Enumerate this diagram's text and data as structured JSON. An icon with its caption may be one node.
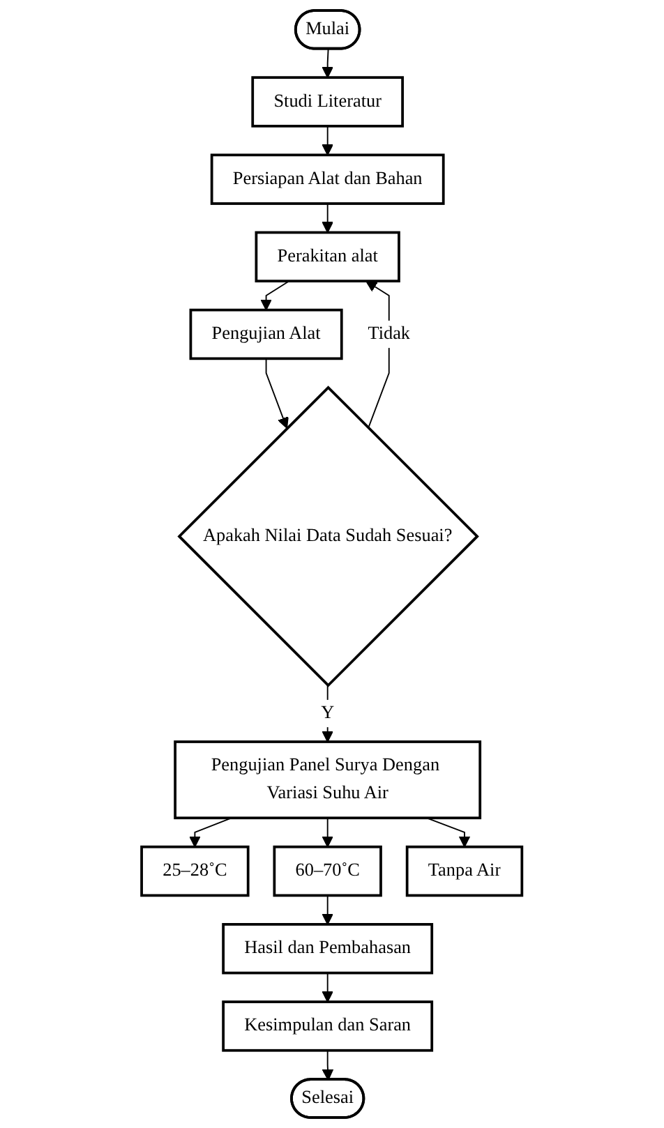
{
  "diagram": {
    "nodes": [
      {
        "text": [
          "Mulai"
        ]
      },
      {
        "text": [
          "Studi Literatur"
        ]
      },
      {
        "text": [
          "Persiapan Alat dan Bahan"
        ]
      },
      {
        "text": [
          "Perakitan alat"
        ]
      },
      {
        "text": [
          "Pengujian Alat"
        ]
      },
      {
        "text": [
          "Apakah Nilai Data Sudah Sesuai?"
        ]
      },
      {
        "text": [
          "Pengujian Panel Surya Dengan Variasi Suhu Air"
        ]
      },
      {
        "text": [
          "25–28˚C"
        ]
      },
      {
        "text": [
          "60–70˚C"
        ]
      },
      {
        "text": [
          "Tanpa Air"
        ]
      },
      {
        "text": [
          "Hasil dan Pembahasan"
        ]
      },
      {
        "text": [
          "Kesimpulan dan Saran"
        ]
      },
      {
        "text": [
          "Selesai"
        ]
      }
    ],
    "edges": [
      {
        "from": 0,
        "to": 1,
        "arrow": "to"
      },
      {
        "from": 1,
        "to": 2,
        "arrow": "to"
      },
      {
        "from": 2,
        "to": 3,
        "arrow": "to"
      },
      {
        "from": 3,
        "to": 4,
        "arrow": "to"
      },
      {
        "from": 4,
        "to": 5,
        "arrow": "to"
      },
      {
        "from": 5,
        "to": 3,
        "arrow": "to",
        "label": "Tidak"
      },
      {
        "from": 5,
        "to": 6,
        "arrow": "to",
        "label": "Y"
      },
      {
        "from": 6,
        "to": 7,
        "arrow": "to"
      },
      {
        "from": 6,
        "to": 8,
        "arrow": "to"
      },
      {
        "from": 6,
        "to": 9,
        "arrow": "to"
      },
      {
        "from": 8,
        "to": 10,
        "arrow": "to"
      },
      {
        "from": 10,
        "to": 11,
        "arrow": "to"
      },
      {
        "from": 11,
        "to": 12,
        "arrow": "to"
      }
    ]
  }
}
